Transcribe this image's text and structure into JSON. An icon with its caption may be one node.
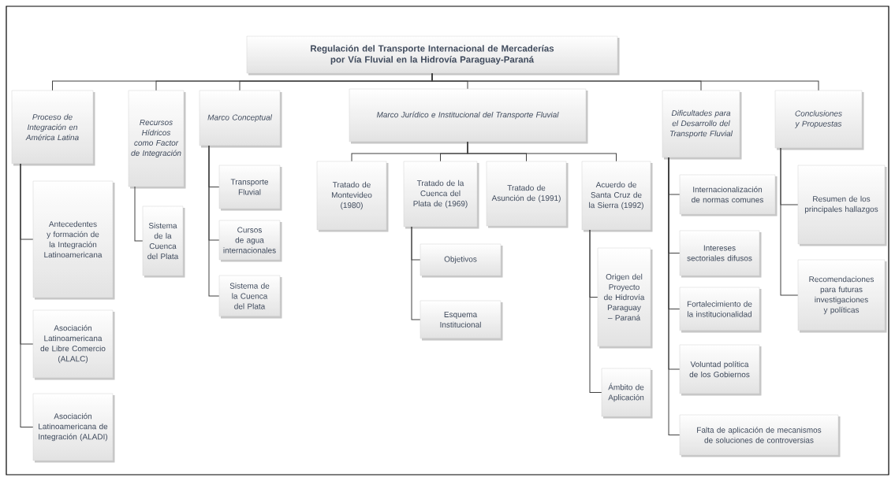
{
  "diagram": {
    "nodes": [
      {
        "text": [
          "Regulación del Transporte Internacional de Mercaderías por Vía Fluvial en la Hidrovía Paraguay-Paraná"
        ]
      },
      {
        "text": [
          "Proceso de Integración en América Latina"
        ]
      },
      {
        "text": [
          "Recursos Hídricos como Factor de Integración"
        ]
      },
      {
        "text": [
          "Marco Conceptual"
        ]
      },
      {
        "text": [
          "Marco Jurídico e Institucional del Transporte Fluvial"
        ]
      },
      {
        "text": [
          "Dificultades para el Desarrollo del Transporte Fluvial"
        ]
      },
      {
        "text": [
          "Conclusiones y Propuestas"
        ]
      },
      {
        "text": [
          "Antecedentes y formación de la Integración Latinoamericana"
        ]
      },
      {
        "text": [
          "Asociación Latinoamericana de Libre Comercio (ALALC)"
        ]
      },
      {
        "text": [
          "Asociación Latinoamericana de Integración (ALADI)"
        ]
      },
      {
        "text": [
          "Sistema de la Cuenca del Plata"
        ]
      },
      {
        "text": [
          "Transporte Fluvial"
        ]
      },
      {
        "text": [
          "Cursos de agua internacionales"
        ]
      },
      {
        "text": [
          "Sistema de la Cuenca del Plata"
        ]
      },
      {
        "text": [
          "Tratado de Montevideo (1980)"
        ]
      },
      {
        "text": [
          "Tratado de la Cuenca del Plata de (1969)"
        ]
      },
      {
        "text": [
          "Tratado de Asunción de (1991)"
        ]
      },
      {
        "text": [
          "Acuerdo de Santa Cruz de la Sierra (1992)"
        ]
      },
      {
        "text": [
          "Objetivos"
        ]
      },
      {
        "text": [
          "Esquema Institucional"
        ]
      },
      {
        "text": [
          "Origen del Proyecto de Hidrovía Paraguay – Paraná"
        ]
      },
      {
        "text": [
          "Ámbito de Aplicación"
        ]
      },
      {
        "text": [
          "Internacionalización de normas comunes"
        ]
      },
      {
        "text": [
          "Intereses sectoriales difusos"
        ]
      },
      {
        "text": [
          "Fortalecimiento de la institucionalidad"
        ]
      },
      {
        "text": [
          "Voluntad política de los Gobiernos"
        ]
      },
      {
        "text": [
          "Falta de aplicación de mecanismos de soluciones de controversias"
        ]
      },
      {
        "text": [
          "Resumen de los principales hallazgos"
        ]
      },
      {
        "text": [
          "Recomendaciones para futuras investigaciones y políticas"
        ]
      }
    ],
    "edges": [
      {
        "from": 0,
        "to": 1,
        "arrow": "none"
      },
      {
        "from": 0,
        "to": 2,
        "arrow": "none"
      },
      {
        "from": 0,
        "to": 3,
        "arrow": "none"
      },
      {
        "from": 0,
        "to": 4,
        "arrow": "none"
      },
      {
        "from": 0,
        "to": 5,
        "arrow": "none"
      },
      {
        "from": 0,
        "to": 6,
        "arrow": "none"
      },
      {
        "from": 1,
        "to": 7,
        "arrow": "none"
      },
      {
        "from": 1,
        "to": 8,
        "arrow": "none"
      },
      {
        "from": 1,
        "to": 9,
        "arrow": "none"
      },
      {
        "from": 2,
        "to": 10,
        "arrow": "none"
      },
      {
        "from": 3,
        "to": 11,
        "arrow": "none"
      },
      {
        "from": 3,
        "to": 12,
        "arrow": "none"
      },
      {
        "from": 3,
        "to": 13,
        "arrow": "none"
      },
      {
        "from": 4,
        "to": 14,
        "arrow": "none"
      },
      {
        "from": 4,
        "to": 15,
        "arrow": "none"
      },
      {
        "from": 4,
        "to": 16,
        "arrow": "none"
      },
      {
        "from": 4,
        "to": 17,
        "arrow": "none"
      },
      {
        "from": 15,
        "to": 18,
        "arrow": "none"
      },
      {
        "from": 15,
        "to": 19,
        "arrow": "none"
      },
      {
        "from": 17,
        "to": 20,
        "arrow": "none"
      },
      {
        "from": 17,
        "to": 21,
        "arrow": "none"
      },
      {
        "from": 5,
        "to": 22,
        "arrow": "none"
      },
      {
        "from": 5,
        "to": 23,
        "arrow": "none"
      },
      {
        "from": 5,
        "to": 24,
        "arrow": "none"
      },
      {
        "from": 5,
        "to": 25,
        "arrow": "none"
      },
      {
        "from": 5,
        "to": 26,
        "arrow": "none"
      },
      {
        "from": 6,
        "to": 27,
        "arrow": "none"
      },
      {
        "from": 6,
        "to": 28,
        "arrow": "none"
      }
    ]
  }
}
